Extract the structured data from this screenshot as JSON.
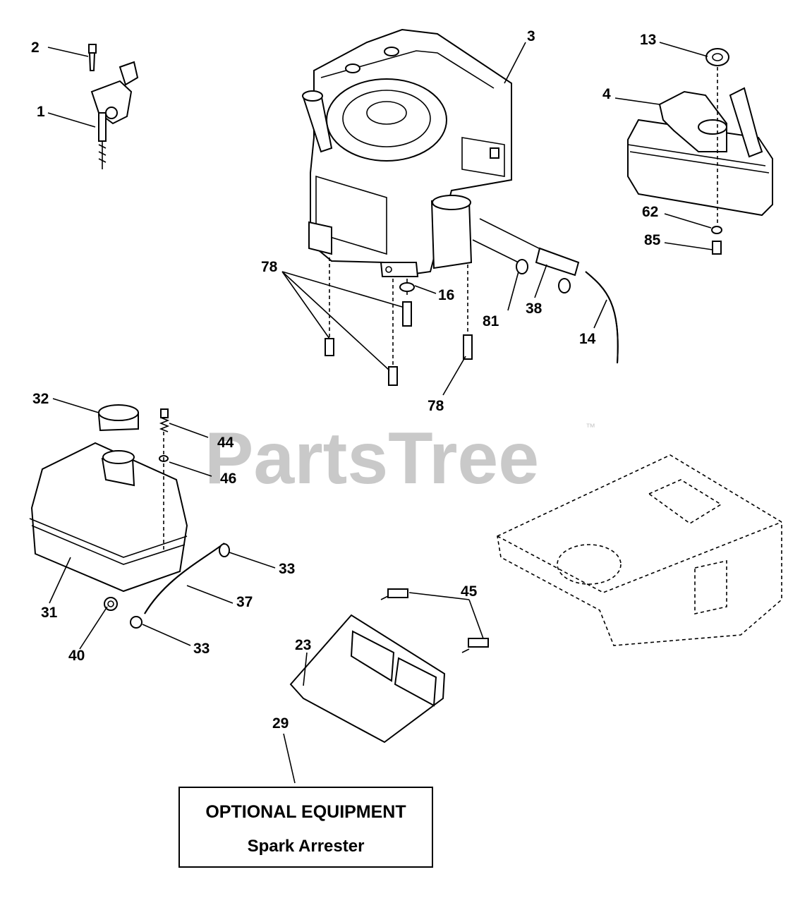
{
  "watermark": {
    "text": "PartsTree",
    "trademark": "™"
  },
  "callouts": [
    {
      "id": "c1",
      "label": "1"
    },
    {
      "id": "c2",
      "label": "2"
    },
    {
      "id": "c3",
      "label": "3"
    },
    {
      "id": "c4",
      "label": "4"
    },
    {
      "id": "c13",
      "label": "13"
    },
    {
      "id": "c62",
      "label": "62"
    },
    {
      "id": "c85",
      "label": "85"
    },
    {
      "id": "c78a",
      "label": "78"
    },
    {
      "id": "c16",
      "label": "16"
    },
    {
      "id": "c81",
      "label": "81"
    },
    {
      "id": "c38",
      "label": "38"
    },
    {
      "id": "c14",
      "label": "14"
    },
    {
      "id": "c78b",
      "label": "78"
    },
    {
      "id": "c32",
      "label": "32"
    },
    {
      "id": "c44",
      "label": "44"
    },
    {
      "id": "c46",
      "label": "46"
    },
    {
      "id": "c31",
      "label": "31"
    },
    {
      "id": "c33a",
      "label": "33"
    },
    {
      "id": "c37",
      "label": "37"
    },
    {
      "id": "c40",
      "label": "40"
    },
    {
      "id": "c33b",
      "label": "33"
    },
    {
      "id": "c45",
      "label": "45"
    },
    {
      "id": "c23",
      "label": "23"
    },
    {
      "id": "c29",
      "label": "29"
    }
  ],
  "optional_box": {
    "title": "OPTIONAL EQUIPMENT",
    "subtitle": "Spark Arrester"
  }
}
